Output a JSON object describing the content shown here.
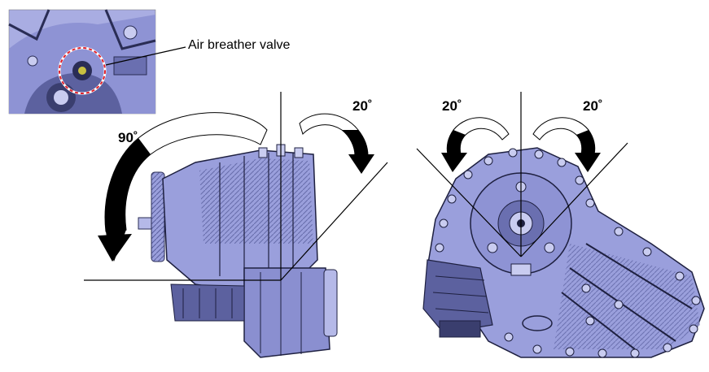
{
  "labels": {
    "callout": "Air breather valve",
    "angle_left_forward": "90˚",
    "angle_left_back": "20˚",
    "angle_right_left": "20˚",
    "angle_right_right": "20˚"
  },
  "colors": {
    "housing_fill": "#9a9fdc",
    "housing_dark": "#1e2040",
    "housing_mid": "#5a5f9e",
    "housing_light": "#c9ccf0",
    "highlight_ring": "#e0202a",
    "valve": "#c8c040",
    "line": "#000000"
  }
}
